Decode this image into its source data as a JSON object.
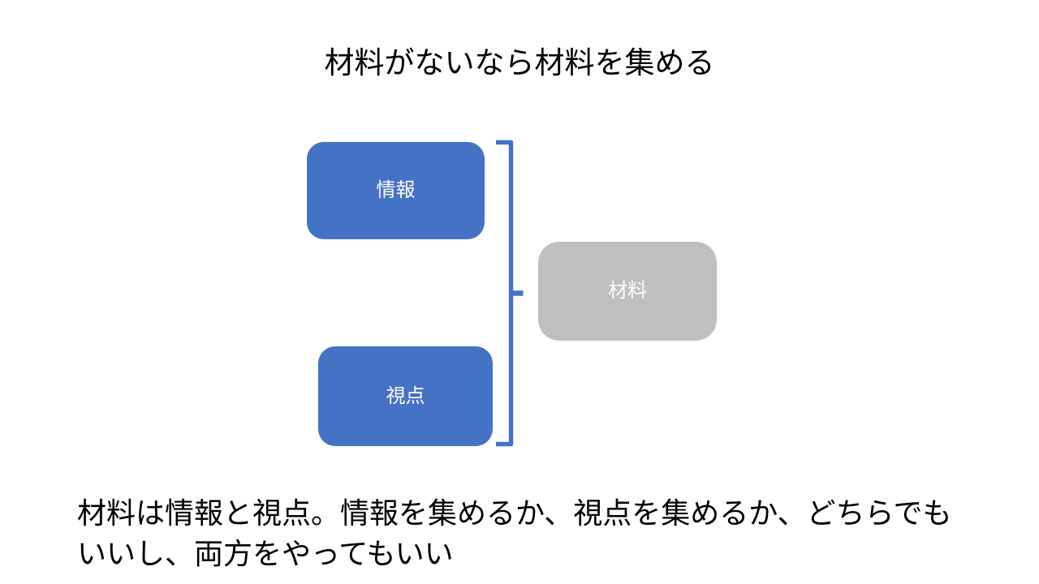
{
  "slide": {
    "title": "材料がないなら材料を集める",
    "diagram": {
      "sources": [
        {
          "label": "情報"
        },
        {
          "label": "視点"
        }
      ],
      "bracket": {
        "shape": "square-bracket-with-center-tick"
      },
      "result": {
        "label": "材料"
      }
    },
    "description_lines": [
      "材料は情報と視点。情報を集めるか、視点を集めるか、どちらでも",
      "いいし、両方をやってもいい"
    ],
    "colors": {
      "accent_blue": "#4472C4",
      "neutral_gray": "#BFBFBF",
      "background": "#FFFFFF",
      "body_text": "#000000",
      "box_label_text": "#FFFFFF"
    }
  }
}
